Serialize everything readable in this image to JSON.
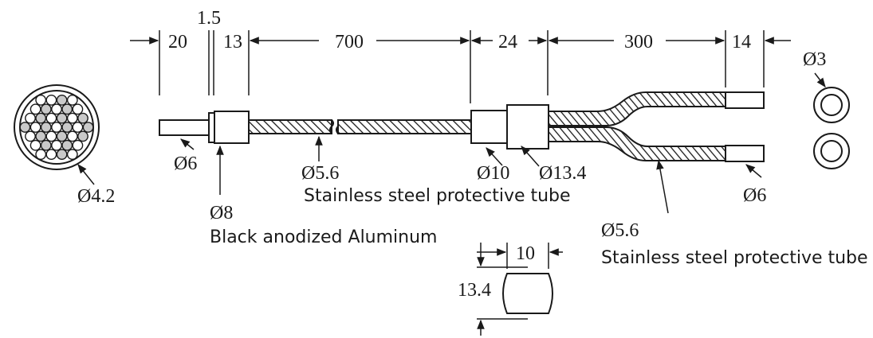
{
  "dimensions": {
    "d20": "20",
    "d1_5": "1.5",
    "d13": "13",
    "d700": "700",
    "d24": "24",
    "d300": "300",
    "d14": "14",
    "phi3": "Ø3",
    "d10": "10",
    "d13_4": "13.4"
  },
  "callouts": {
    "bundle_diameter": "Ø4.2",
    "tip_diameter": "Ø6",
    "sleeve_diameter": "Ø8",
    "sleeve_material": "Black anodized Aluminum",
    "tube_diameter": "Ø5.6",
    "tube_material": "Stainless steel protective tube",
    "connector_small": "Ø10",
    "connector_large": "Ø13.4",
    "branch_tube_diameter": "Ø5.6",
    "branch_tube_material": "Stainless steel protective tube",
    "end_tip_diameter": "Ø6"
  }
}
